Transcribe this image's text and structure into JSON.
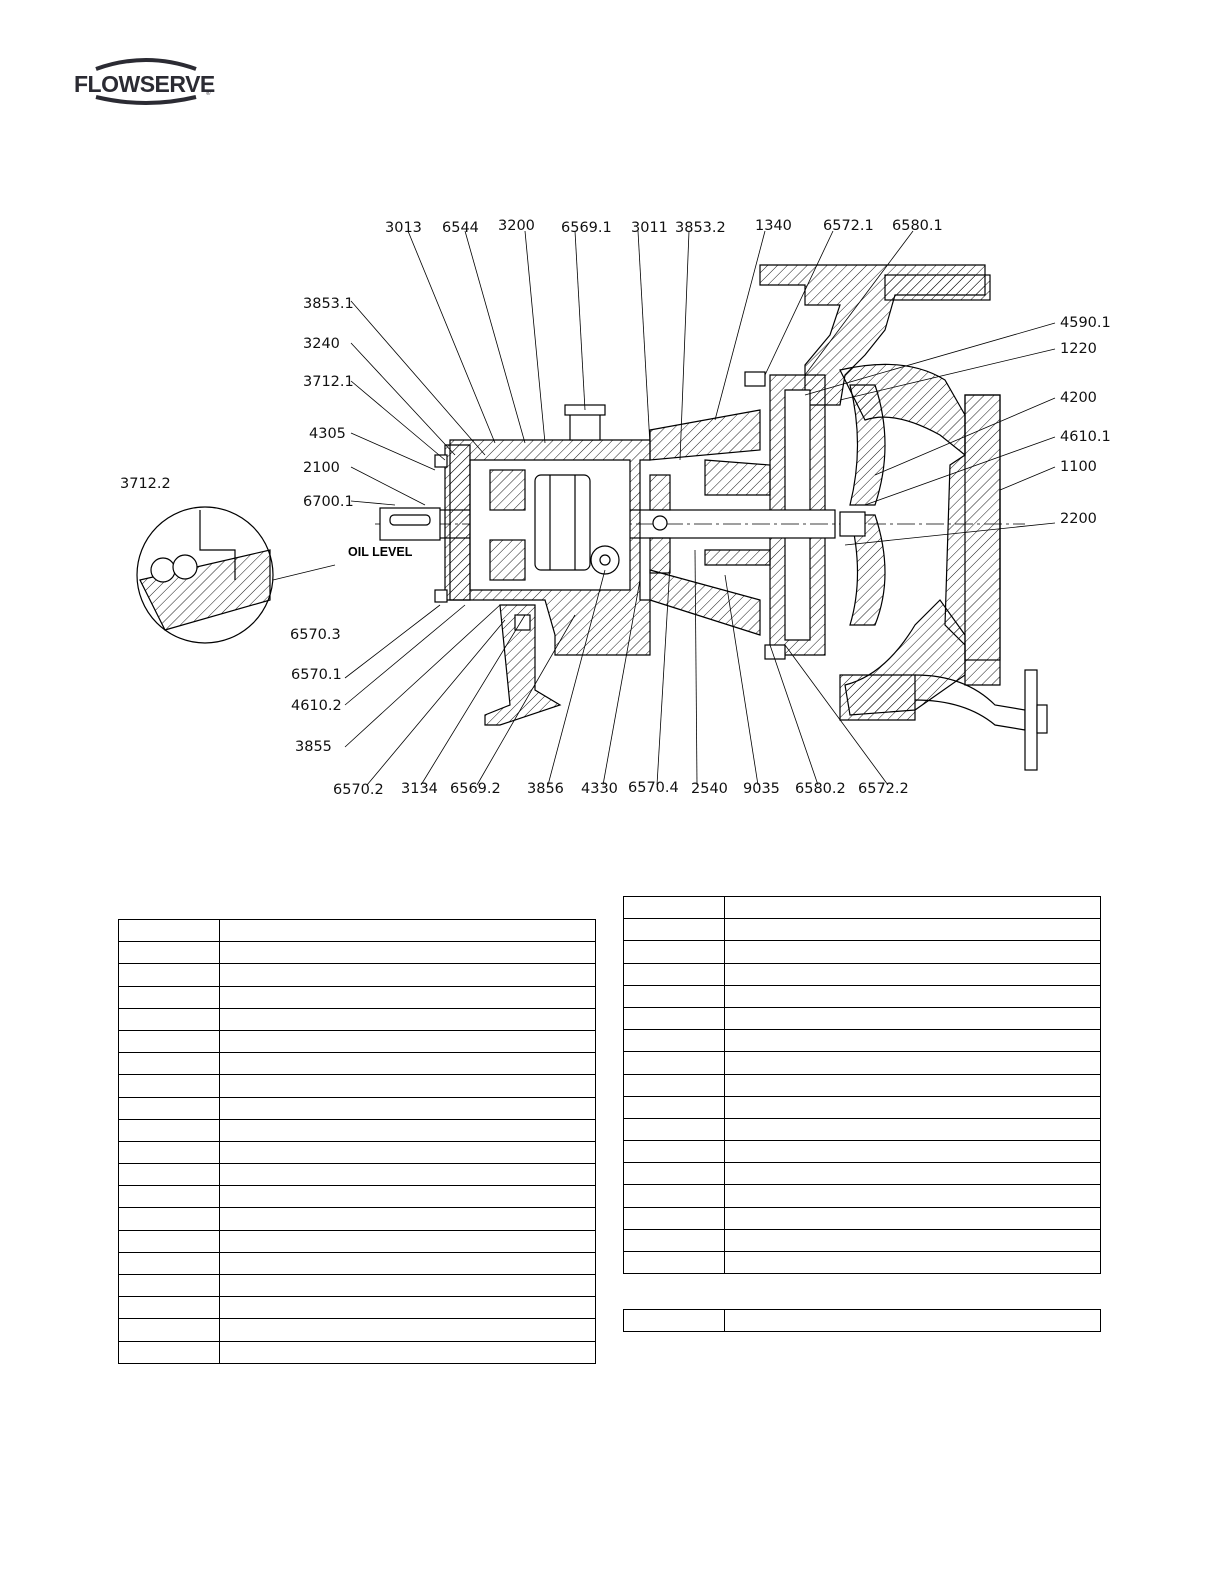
{
  "header": {
    "logo_text": "FLOWSERVE",
    "logo_reg": "®"
  },
  "drawing": {
    "oil_level_label": "OIL LEVEL",
    "top_callouts": [
      "3013",
      "6544",
      "3200",
      "6569.1",
      "3011",
      "3853.2",
      "1340",
      "6572.1",
      "6580.1"
    ],
    "left_callouts": [
      "3853.1",
      "3240",
      "3712.1",
      "4305",
      "2100",
      "6700.1",
      "3712.2"
    ],
    "right_callouts": [
      "4590.1",
      "1220",
      "4200",
      "4610.1",
      "1100",
      "2200"
    ],
    "detail_callout": "6570.3",
    "bottom_left_callouts": [
      "6570.1",
      "4610.2",
      "3855"
    ],
    "bottom_callouts": [
      "6570.2",
      "3134",
      "6569.2",
      "3856",
      "4330",
      "6570.4",
      "2540",
      "9035",
      "6580.2",
      "6572.2"
    ]
  },
  "tables": {
    "left": {
      "rows": 20
    },
    "right": {
      "rows": 17
    },
    "right_extra": {
      "rows": 1
    }
  }
}
